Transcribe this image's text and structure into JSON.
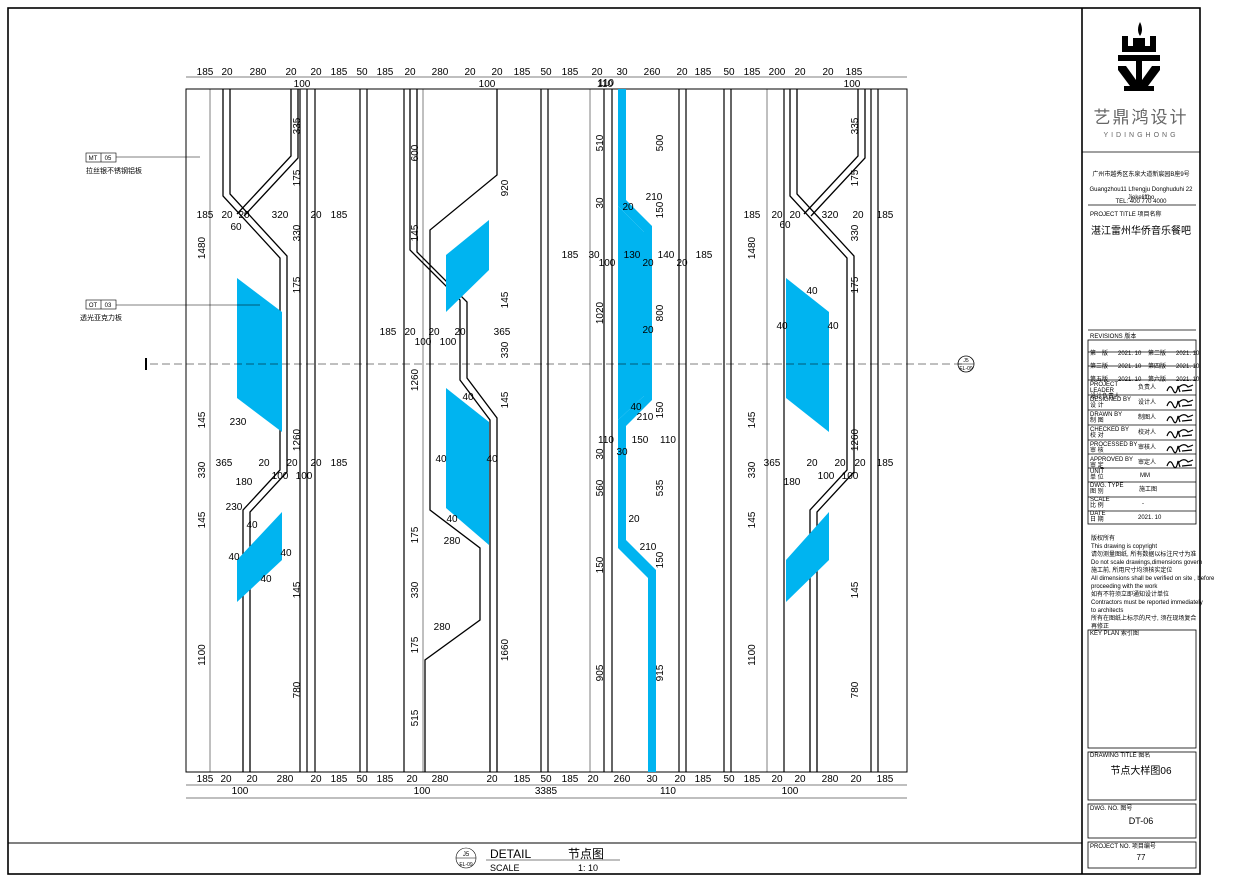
{
  "drawing": {
    "top_dims": [
      "185",
      "20",
      "280",
      "20",
      "20",
      "185",
      "50",
      "185",
      "20",
      "280",
      "20",
      "20",
      "185",
      "50",
      "185",
      "20",
      "30",
      "260",
      "20",
      "185",
      "50",
      "185",
      "200",
      "20",
      "20",
      "185"
    ],
    "top_dims2": [
      "100",
      "100",
      "110",
      "100"
    ],
    "bottom_dims": [
      "185",
      "20",
      "20",
      "280",
      "20",
      "185",
      "50",
      "185",
      "20",
      "280",
      "20",
      "185",
      "50",
      "185",
      "20",
      "260",
      "30",
      "20",
      "185",
      "50",
      "185",
      "20",
      "20",
      "280",
      "20",
      "185"
    ],
    "bottom_dims2": [
      "100",
      "100",
      "3385",
      "110",
      "100"
    ],
    "col1": {
      "v": [
        "335",
        "175",
        "330",
        "175",
        "1260",
        "145",
        "1100",
        "780",
        "1480",
        "145",
        "330",
        "145"
      ],
      "h": [
        "185",
        "20",
        "20",
        "320",
        "20",
        "185",
        "60",
        "230",
        "365",
        "20",
        "20",
        "20",
        "185",
        "100",
        "100",
        "180",
        "230",
        "40",
        "40",
        "40",
        "40"
      ]
    },
    "col2": {
      "v": [
        "600",
        "145",
        "920",
        "145",
        "330",
        "145",
        "1260",
        "175",
        "330",
        "175",
        "515",
        "1660"
      ],
      "h": [
        "185",
        "20",
        "20",
        "20",
        "365",
        "100",
        "100",
        "40",
        "40",
        "40",
        "40",
        "280",
        "280"
      ]
    },
    "col3": {
      "v": [
        "510",
        "30",
        "500",
        "150",
        "1020",
        "800",
        "30",
        "150",
        "560",
        "535",
        "150",
        "150",
        "905",
        "915"
      ],
      "h": [
        "110",
        "185",
        "30",
        "130",
        "140",
        "20",
        "185",
        "100",
        "20",
        "20",
        "210",
        "20",
        "40",
        "210",
        "110",
        "150",
        "110",
        "30",
        "20",
        "210"
      ]
    },
    "col4": {
      "v": [
        "335",
        "175",
        "330",
        "175",
        "1260",
        "145",
        "1100",
        "780",
        "1480",
        "145",
        "330",
        "145"
      ],
      "h": [
        "185",
        "20",
        "20",
        "320",
        "20",
        "185",
        "60",
        "40",
        "40",
        "40",
        "365",
        "20",
        "20",
        "20",
        "185",
        "100",
        "100",
        "180"
      ]
    },
    "callout1": {
      "code": "MT",
      "num": "05",
      "text": "拉丝银不锈钢铝板"
    },
    "callout2": {
      "code": "OT",
      "num": "03",
      "text": "透光亚克力板"
    },
    "section_mark": {
      "top": "J5",
      "bottom": "EL-09"
    }
  },
  "footer": {
    "circle_top": "J5",
    "circle_bottom": "EL-09",
    "detail": "DETAIL",
    "detail_cn": "节点图",
    "scale_label": "SCALE",
    "scale_value": "1: 10"
  },
  "titleblock": {
    "brand_cn": "艺鼎鸿设计",
    "brand_en": "YIDINGHONG",
    "address": "广州市越秀区东泉大道新宸园B座9号",
    "address_en": "Guangzhou11 Lfrengju Donghuduhi 22 Jiekeliffbo",
    "tel": "TEL: 400 770 4000",
    "project_title_label": "PROJECT TITLE  项目名称",
    "project_title": "湛江雷州华侨音乐餐吧",
    "revisions_label": "REVISIONS  版本",
    "revisions": [
      [
        "第一版",
        "2021. 10",
        "第二版",
        "2021. 10"
      ],
      [
        "第三版",
        "2021. 10",
        "第四版",
        "2021. 10"
      ],
      [
        "第五版",
        "2021. 10",
        "第六版",
        "2021. 10"
      ]
    ],
    "roles": [
      {
        "en": "PROJECT LEADER",
        "cn": "设计负责人",
        "r": "负责人"
      },
      {
        "en": "DESIGNED BY",
        "cn": "设  计",
        "r": "设计人"
      },
      {
        "en": "DRAWN BY",
        "cn": "制  图",
        "r": "制图人"
      },
      {
        "en": "CHECKED BY",
        "cn": "校  对",
        "r": "校对人"
      },
      {
        "en": "PROCESSED BY",
        "cn": "审  核",
        "r": "审核人"
      },
      {
        "en": "APPROVED BY",
        "cn": "审  定",
        "r": "审定人"
      }
    ],
    "unit_label": "UNIT",
    "unit_cn": "单  位",
    "unit_value": "MM",
    "dwg_type_label": "DWG. TYPE",
    "dwg_type_cn": "图  别",
    "dwg_type_value": "施工图",
    "scale_label": "SCALE",
    "scale_cn": "比  例",
    "scale_value": "-",
    "date_label": "DATE",
    "date_cn": "日  期",
    "date_value": "2021. 10",
    "notes": [
      "版权所有",
      "This drawing is copyright",
      "请勿测量图纸, 所有数据以标注尺寸为准",
      "Do not scale drawings,dimensions govern",
      "施工前, 所用尺寸均须核实定位",
      "All dimensions shall be verified on site , before",
      "proceeding with the work",
      "如有不符须立即通知设计单位",
      "Contractors must be reported immediately",
      "to architects",
      "所有在图纸上标示的尺寸, 须在现场复合",
      "再修正"
    ],
    "key_plan_label": "KEY PLAN  索引图",
    "drawing_title_label": "DRAWING TITLE  图名",
    "drawing_title": "节点大样图06",
    "dwg_no_label": "DWG. NO.     图号",
    "dwg_no": "DT-06",
    "project_no_label": "PROJECT NO.  项目编号",
    "project_no": "77"
  },
  "colors": {
    "accent": "#00b4f0",
    "line": "#000000"
  }
}
